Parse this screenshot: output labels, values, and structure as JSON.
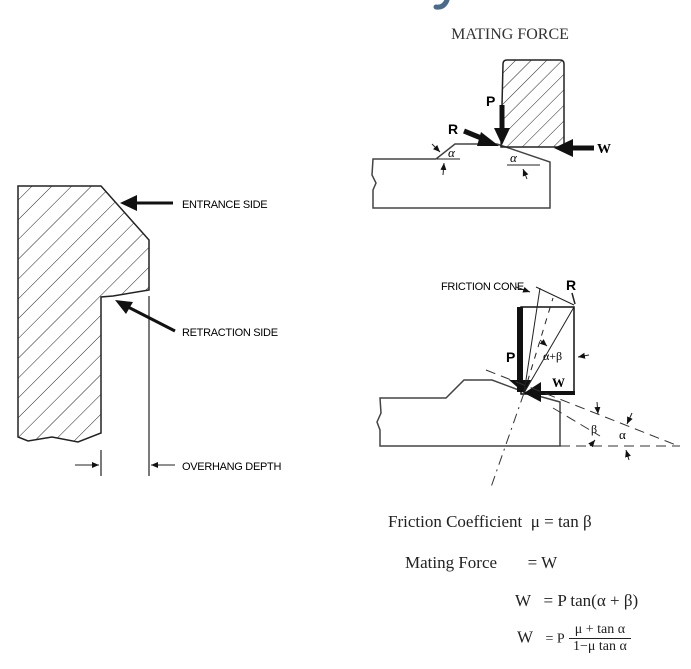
{
  "mating_force_diagram": {
    "title": "MATING FORCE",
    "labels": {
      "p": "P",
      "r": "R",
      "w": "W",
      "alpha_left": "α",
      "alpha_right": "α"
    }
  },
  "overhang_diagram": {
    "labels": {
      "entrance_side": "ENTRANCE SIDE",
      "retraction_side": "RETRACTION SIDE",
      "overhang_depth": "OVERHANG DEPTH"
    }
  },
  "friction_diagram": {
    "labels": {
      "friction_cone": "FRICTION CONE",
      "r": "R",
      "p": "P",
      "w": "W",
      "alpha_plus_beta": "α+β",
      "beta": "β",
      "alpha": "α"
    }
  },
  "equations": {
    "friction_coefficient_label": "Friction Coefficient",
    "friction_coefficient_expr": "μ = tan β",
    "mating_force_label": "Mating Force",
    "mating_force_expr": "= W",
    "w1_lhs": "W",
    "w1_rhs": "= P tan(α + β)",
    "w2_lhs": "W",
    "w2_eq": "= P",
    "w2_numerator": "μ + tan α",
    "w2_denominator": "1−μ tan α"
  },
  "colors": {
    "accent_glyph": "#4a6c8c",
    "line": "#111111"
  }
}
